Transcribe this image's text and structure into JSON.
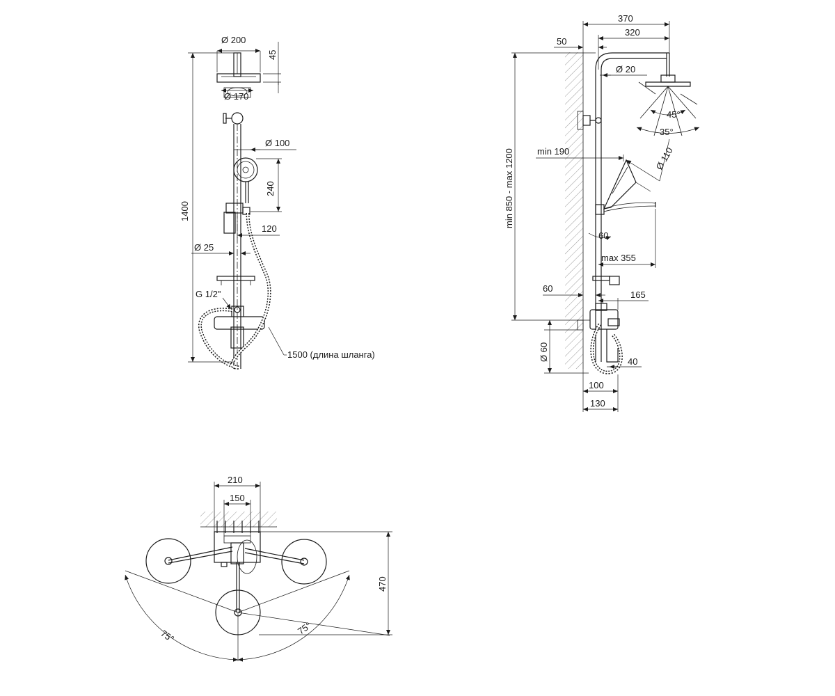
{
  "front_view": {
    "dim_head_diameter": "Ø 200",
    "dim_head_height": "45",
    "dim_head_inner_diameter": "Ø 170",
    "dim_total_height": "1400",
    "dim_hand_shower_diameter": "Ø 100",
    "dim_hand_shower_height": "240",
    "dim_holder_offset": "120",
    "dim_pipe_diameter": "Ø 25",
    "dim_thread": "G 1/2\"",
    "dim_hose_length": "1500 (длина шланга)"
  },
  "side_view": {
    "dim_arm_total": "370",
    "dim_arm_length": "320",
    "dim_wall_offset": "50",
    "dim_arm_diameter": "Ø 20",
    "dim_angle_outer": "45°",
    "dim_angle_inner": "35°",
    "dim_height_range": "min 850 - max 1200",
    "dim_min_reach": "min 190",
    "dim_hand_diameter": "Ø 110",
    "dim_hand_angle": "60",
    "dim_max_reach": "max 355",
    "dim_bottom_wall": "60",
    "dim_mixer_reach": "165",
    "dim_escutcheon": "Ø 60",
    "dim_spout": "40",
    "dim_base_100": "100",
    "dim_base_130": "130"
  },
  "top_view": {
    "dim_outer_width": "210",
    "dim_inner_width": "150",
    "dim_depth": "470",
    "dim_angle_left": "75°",
    "dim_angle_right": "75°"
  }
}
